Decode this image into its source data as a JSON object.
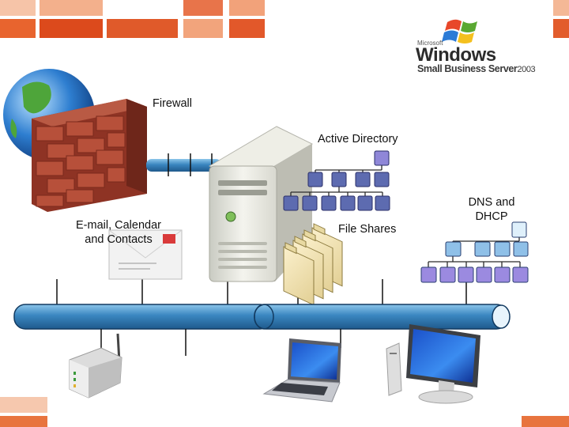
{
  "brand": {
    "microsoft": "Microsoft",
    "windows": "Windows",
    "product": "Small Business Server",
    "year": "2003"
  },
  "labels": {
    "firewall": "Firewall",
    "active_directory": "Active Directory",
    "email_line1": "E-mail, Calendar",
    "email_line2": "and Contacts",
    "file_shares": "File Shares",
    "dns_line1": "DNS and",
    "dns_line2": "DHCP"
  },
  "colors": {
    "tile_red": "#e05a2a",
    "tile_orange": "#f0a070",
    "pipe_blue": "#3a86c0",
    "node_dark": "#5d6bb0",
    "node_light": "#8fc0e8",
    "node_purple": "#9b8ae0"
  },
  "icons": [
    "globe-icon",
    "brick-wall-icon",
    "server-icon",
    "folders-icon",
    "envelope-icon",
    "modem-icon",
    "laptop-icon",
    "desktop-icon",
    "windows-flag-icon"
  ]
}
